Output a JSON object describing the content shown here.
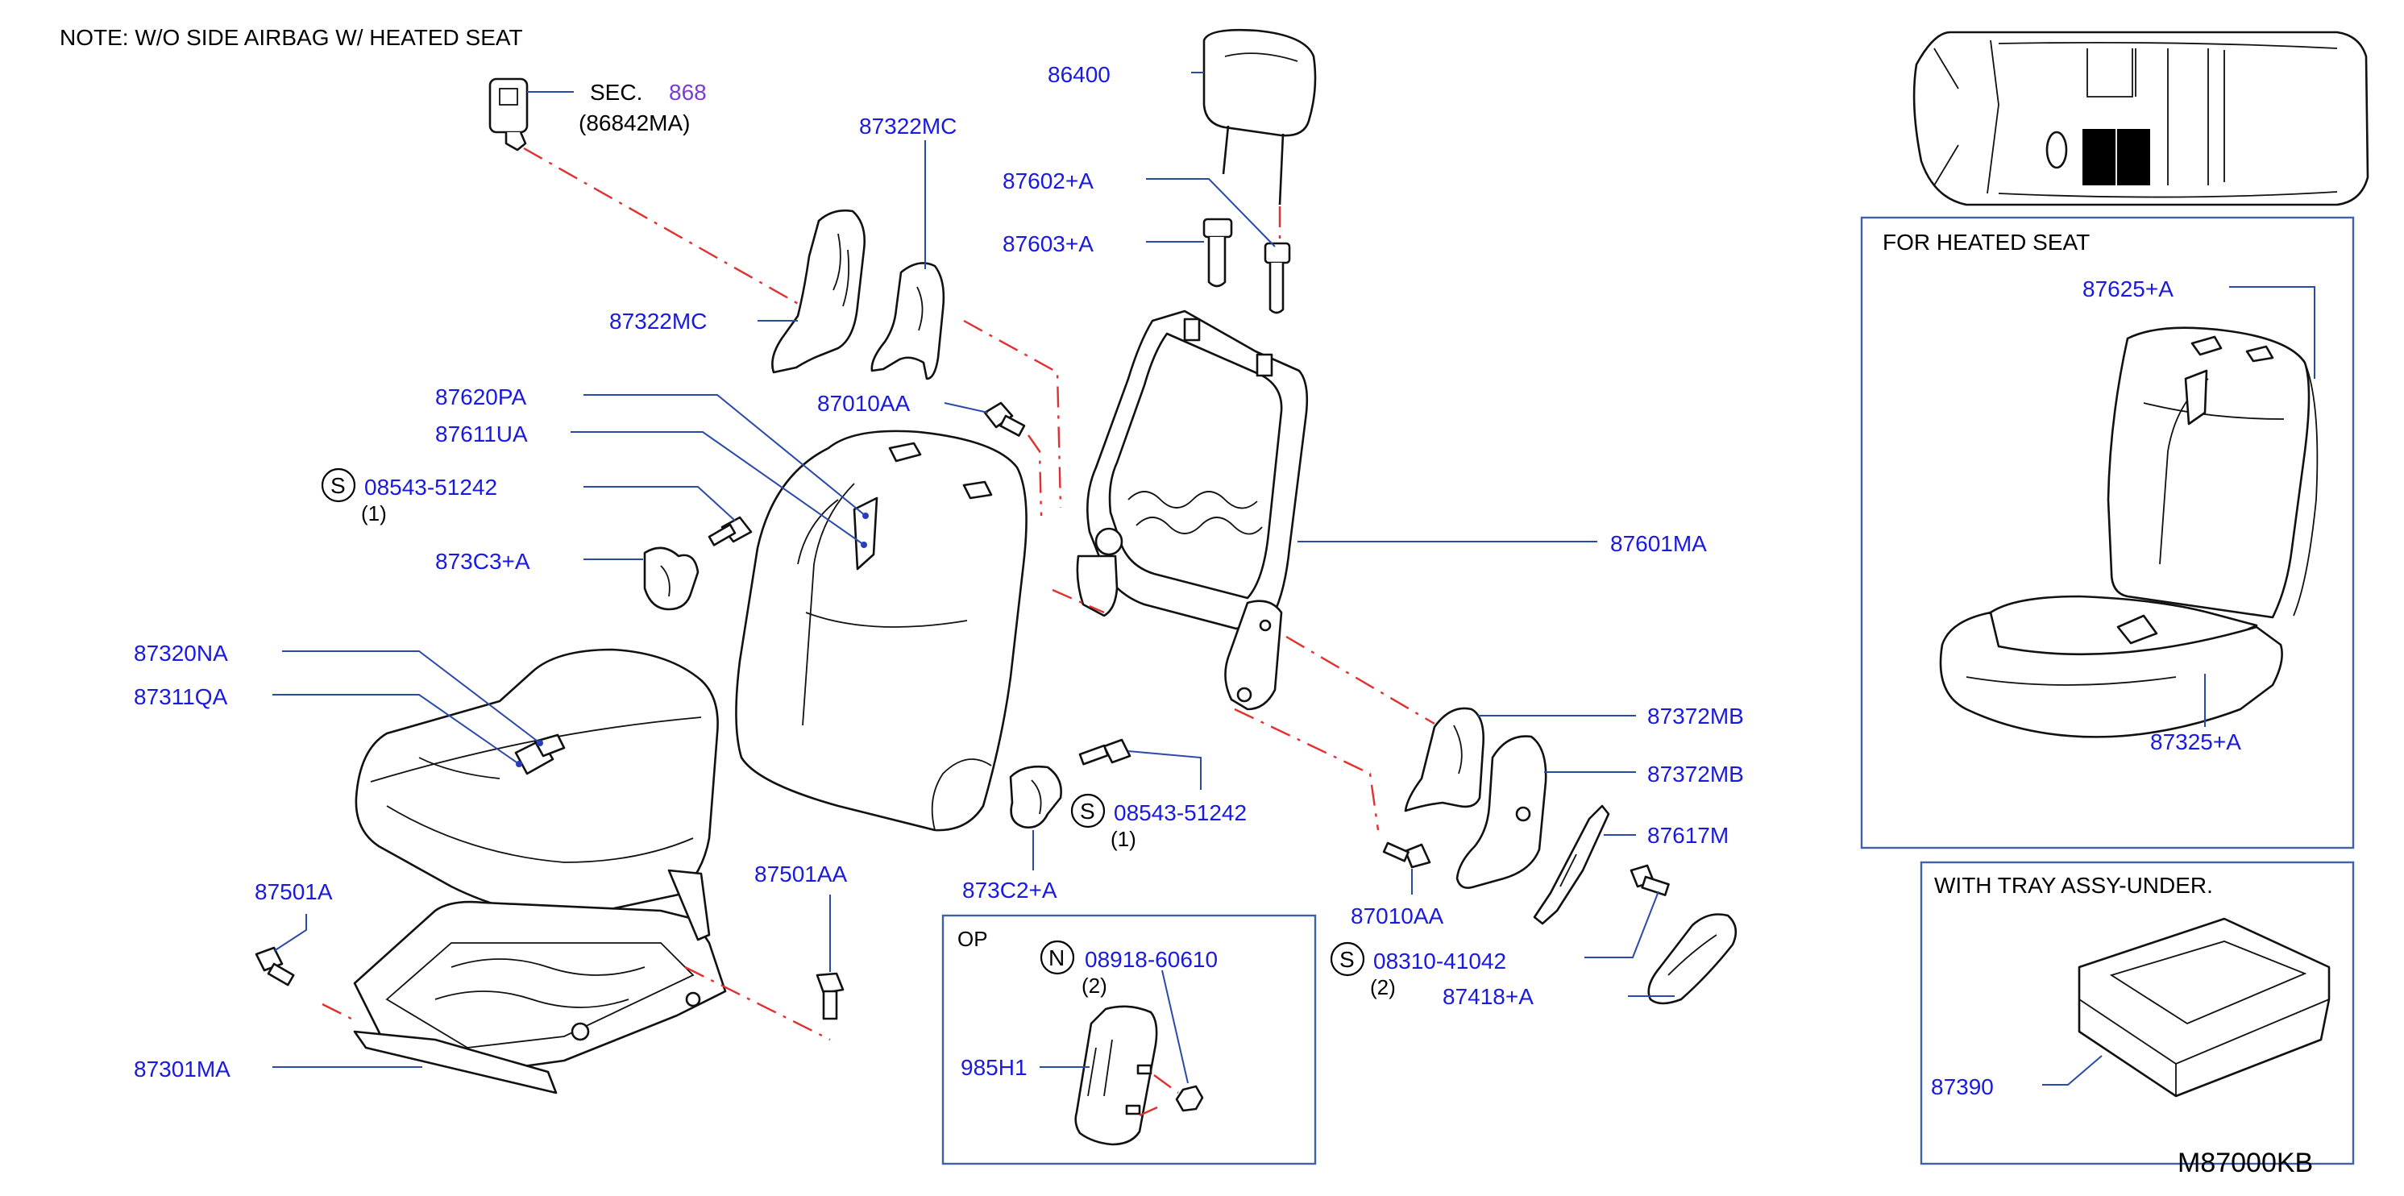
{
  "note": "NOTE:  W/O  SIDE  AIRBAG  W/  HEATED  SEAT",
  "diagram_code": "M87000KB",
  "section_ref": {
    "prefix": "SEC.",
    "number": "868",
    "part": "(86842MA)"
  },
  "labels": {
    "headrest": "86400",
    "back_cover_lower": "87322MC",
    "back_cover_upper": "87322MC",
    "holder_a": "87602+A",
    "holder_b": "87603+A",
    "bolt_frame": "87010AA",
    "pad_back": "87620PA",
    "trim_back": "87611UA",
    "bolt_s1_code": "08543-51242",
    "bolt_s1_qty": "(1)",
    "cover_c3": "873C3+A",
    "frame_back": "87601MA",
    "pad_cushion": "87320NA",
    "trim_cushion": "87311QA",
    "bolt_s2_code": "08543-51242",
    "bolt_s2_qty": "(1)",
    "cover_c2": "873C2+A",
    "finisher_a": "87372MB",
    "finisher_b": "87372MB",
    "bolt_frame_low": "87010AA",
    "knob_bracket": "87617M",
    "bolt_s3_code": "08310-41042",
    "bolt_s3_qty": "(2)",
    "knob": "87418+A",
    "bolt_501a": "87501A",
    "bolt_501aa": "87501AA",
    "frame_cushion": "87301MA",
    "op_title": "OP",
    "nut_n_code": "08918-60610",
    "nut_n_qty": "(2)",
    "unit_985": "985H1",
    "heated_title": "FOR   HEATED   SEAT",
    "heated_back": "87625+A",
    "heated_cushion": "87325+A",
    "tray_title": "WITH   TRAY   ASSY-UNDER.",
    "tray": "87390"
  },
  "symbols": {
    "s": "S",
    "n": "N"
  },
  "colors": {
    "label": "#1a1adf",
    "leader": "#2a4aa8",
    "dash": "#e03030",
    "section_link": "#7a3bd6"
  }
}
